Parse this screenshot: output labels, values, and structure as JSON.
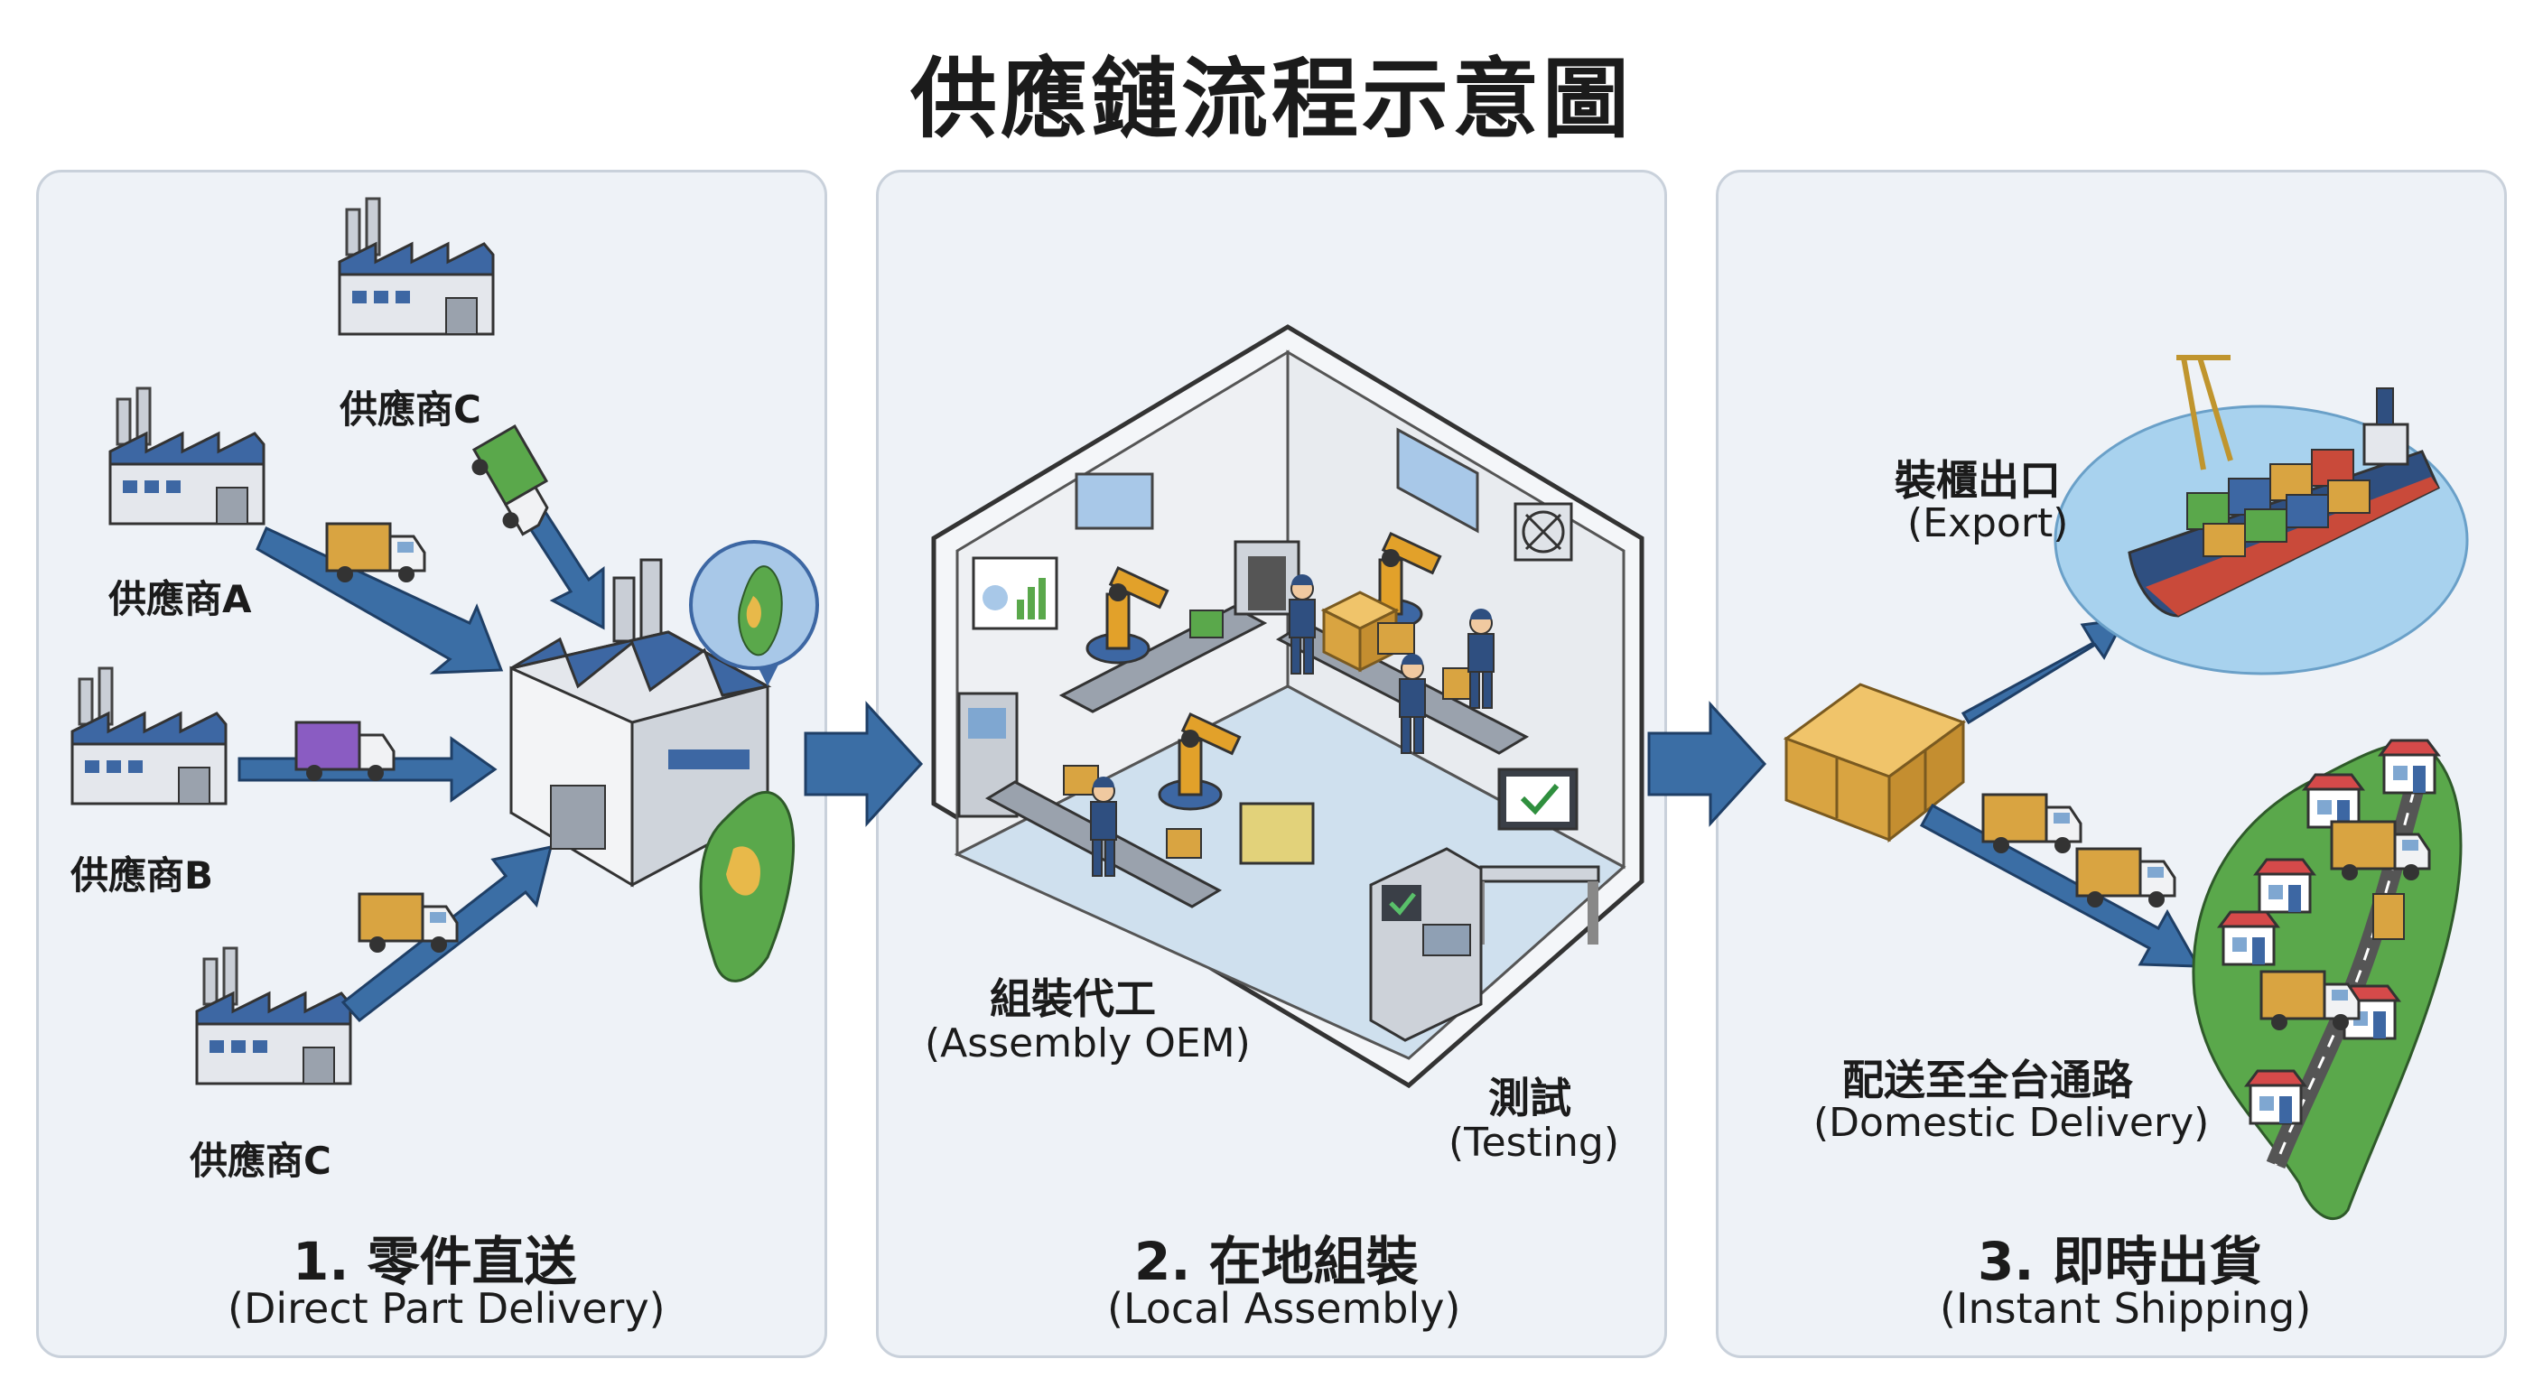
{
  "title": "供應鏈流程示意圖",
  "colors": {
    "panel_bg": "#eef2f7",
    "arrow": "#3b6ea5",
    "factory_roof": "#3d67a3",
    "box": "#d9a441",
    "map_green": "#5aa84b"
  },
  "step1": {
    "heading": "1. 零件直送",
    "subheading": "(Direct Part Delivery)",
    "suppliers": [
      "供應商C",
      "供應商A",
      "供應商B",
      "供應商C"
    ]
  },
  "step2": {
    "heading": "2. 在地組裝",
    "subheading": "(Local Assembly)",
    "assembly_zh": "組裝代工",
    "assembly_en": "(Assembly OEM)",
    "testing_zh": "測試",
    "testing_en": "(Testing)"
  },
  "step3": {
    "heading": "3. 即時出貨",
    "subheading": "(Instant Shipping)",
    "export_zh": "裝櫃出口",
    "export_en": "(Export)",
    "domestic_zh": "配送至全台通路",
    "domestic_en": "(Domestic Delivery)"
  }
}
